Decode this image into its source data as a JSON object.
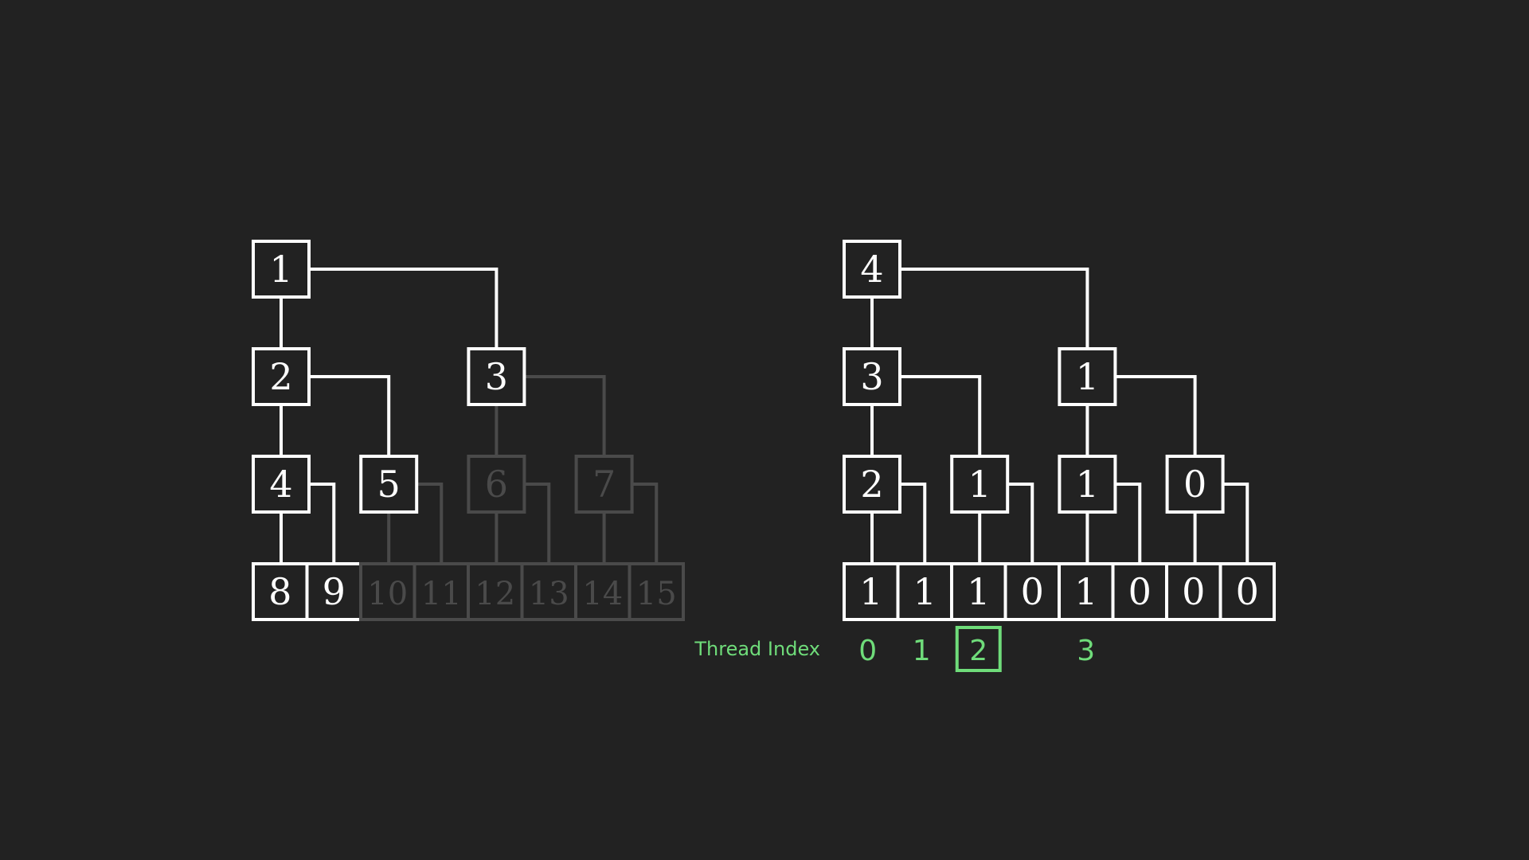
{
  "colors": {
    "background": "#222222",
    "active": "#ffffff",
    "inactive": "#4a4a4a",
    "accent": "#6fdc7a"
  },
  "left_tree": {
    "level1": [
      {
        "label": "1",
        "active": true
      }
    ],
    "level2": [
      {
        "label": "2",
        "active": true
      },
      {
        "label": "3",
        "active": true
      }
    ],
    "level3": [
      {
        "label": "4",
        "active": true
      },
      {
        "label": "5",
        "active": true
      },
      {
        "label": "6",
        "active": false
      },
      {
        "label": "7",
        "active": false
      }
    ],
    "leaves": [
      {
        "label": "8",
        "active": true
      },
      {
        "label": "9",
        "active": true
      },
      {
        "label": "10",
        "active": false
      },
      {
        "label": "11",
        "active": false
      },
      {
        "label": "12",
        "active": false
      },
      {
        "label": "13",
        "active": false
      },
      {
        "label": "14",
        "active": false
      },
      {
        "label": "15",
        "active": false
      }
    ]
  },
  "right_tree": {
    "level1": [
      {
        "label": "4",
        "active": true
      }
    ],
    "level2": [
      {
        "label": "3",
        "active": true
      },
      {
        "label": "1",
        "active": true
      }
    ],
    "level3": [
      {
        "label": "2",
        "active": true
      },
      {
        "label": "1",
        "active": true
      },
      {
        "label": "1",
        "active": true
      },
      {
        "label": "0",
        "active": true
      }
    ],
    "leaves": [
      {
        "label": "1",
        "active": true
      },
      {
        "label": "1",
        "active": true
      },
      {
        "label": "1",
        "active": true
      },
      {
        "label": "0",
        "active": true
      },
      {
        "label": "1",
        "active": true
      },
      {
        "label": "0",
        "active": true
      },
      {
        "label": "0",
        "active": true
      },
      {
        "label": "0",
        "active": true
      }
    ]
  },
  "thread_index": {
    "label": "Thread Index",
    "items": [
      {
        "value": "0",
        "leaf": 0,
        "highlighted": false
      },
      {
        "value": "1",
        "leaf": 1,
        "highlighted": false
      },
      {
        "value": "2",
        "leaf": 2,
        "highlighted": true
      },
      {
        "value": "3",
        "leaf": 4,
        "highlighted": false
      }
    ]
  }
}
